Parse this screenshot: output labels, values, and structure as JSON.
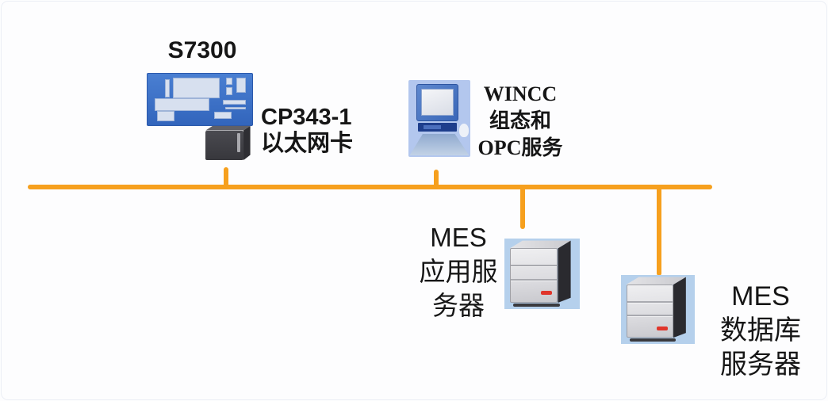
{
  "colors": {
    "bus": "#F6A01E",
    "plc": "#3E74CA",
    "server_bg": "#B5D0EC",
    "pc_bg": "#B3C7EE",
    "led": "#E0352B",
    "text": "#161616"
  },
  "nodes": {
    "plc": {
      "title": "S7300"
    },
    "ethernet_card": {
      "line1": "CP343-1",
      "line2": "以太网卡"
    },
    "wincc": {
      "line1": "WINCC",
      "line2": "组态和",
      "line3": "OPC服务"
    },
    "mes_app_server": {
      "line1": "MES",
      "line2": "应用服",
      "line3": "务器"
    },
    "mes_db_server": {
      "line1": "MES",
      "line2": "数据库",
      "line3": "服务器"
    }
  }
}
